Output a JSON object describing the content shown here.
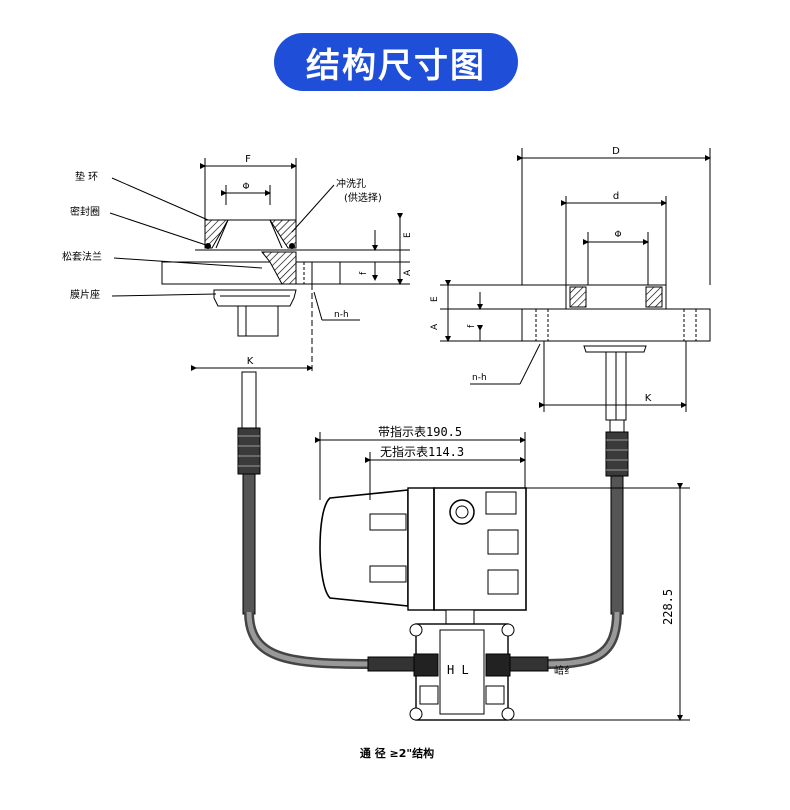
{
  "header": {
    "title": "结构尺寸图"
  },
  "left_view": {
    "labels": {
      "gasket": "垫  环",
      "seal_ring": "密封圈",
      "loose_flange": "松套法兰",
      "diaphragm_seat": "膜片座"
    },
    "flush_hole": {
      "line1": "冲洗孔",
      "line2": "(供选择)"
    },
    "dims": {
      "F": "F",
      "phi": "Φ",
      "E": "E",
      "A": "A",
      "f": "f",
      "nh": "n-h",
      "K": "K"
    }
  },
  "right_view": {
    "dims": {
      "D": "D",
      "d": "d",
      "phi": "Φ",
      "E": "E",
      "A": "A",
      "f": "f",
      "nh": "n-h",
      "K": "K"
    }
  },
  "transmitter": {
    "with_indicator": "带指示表190.5",
    "without_indicator": "无指示表114.3",
    "height": "228.5",
    "hl": "H L",
    "stray_mark": "㟝纟"
  },
  "caption": "通 径 ≥2\"结构"
}
